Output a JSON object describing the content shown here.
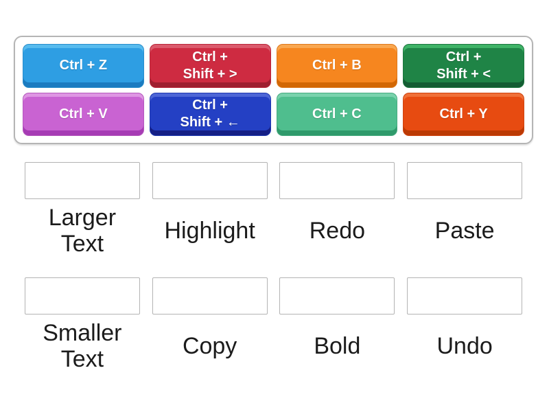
{
  "page": {
    "background": "#ffffff"
  },
  "tray": {
    "chips": [
      {
        "label": "Ctrl + Z",
        "face": "#2E9EE3",
        "light": "#57BBEE",
        "dark": "#1B7BC0"
      },
      {
        "label": "Ctrl +\nShift + >",
        "face": "#CE2B41",
        "light": "#DB5A6C",
        "dark": "#9E1F30"
      },
      {
        "label": "Ctrl + B",
        "face": "#F6861F",
        "light": "#F9A750",
        "dark": "#D26705"
      },
      {
        "label": "Ctrl +\nShift + <",
        "face": "#1F8446",
        "light": "#3FB367",
        "dark": "#145C33"
      },
      {
        "label": "Ctrl + V",
        "face": "#C963D2",
        "light": "#DE96E3",
        "dark": "#A63BB4"
      },
      {
        "label": "Ctrl +\nShift + ←",
        "face": "#2440C4",
        "light": "#4D66D6",
        "dark": "#151F85"
      },
      {
        "label": "Ctrl + C",
        "face": "#4FBE8E",
        "light": "#79D2AC",
        "dark": "#2F9A6B"
      },
      {
        "label": "Ctrl + Y",
        "face": "#E74B11",
        "light": "#F07038",
        "dark": "#BB3A04"
      }
    ]
  },
  "answers": {
    "rows": [
      {
        "slots": [
          {
            "label": "Larger\nText"
          },
          {
            "label": "Highlight"
          },
          {
            "label": "Redo"
          },
          {
            "label": "Paste"
          }
        ]
      },
      {
        "slots": [
          {
            "label": "Smaller\nText"
          },
          {
            "label": "Copy"
          },
          {
            "label": "Bold"
          },
          {
            "label": "Undo"
          }
        ]
      }
    ]
  }
}
